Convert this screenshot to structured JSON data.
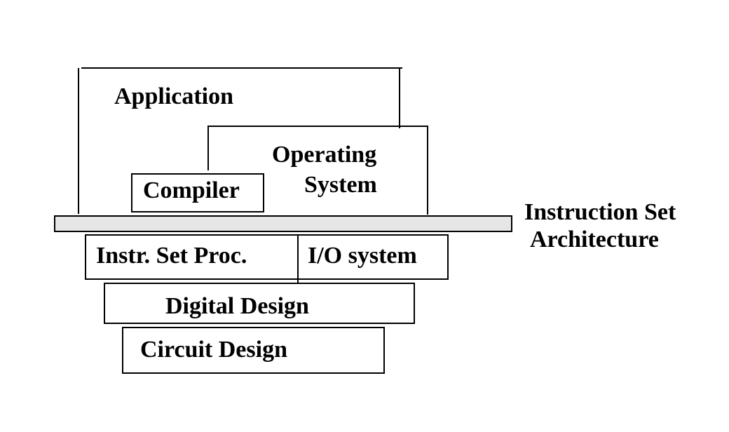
{
  "diagram": {
    "layers": {
      "application": "Application",
      "operating_system_line1": "Operating",
      "operating_system_line2": "System",
      "compiler": "Compiler",
      "isa_line1": "Instruction Set",
      "isa_line2": "Architecture",
      "instr_set_proc": "Instr. Set Proc.",
      "io_system": "I/O system",
      "digital_design": "Digital Design",
      "circuit_design": "Circuit Design"
    },
    "colors": {
      "isa_bar_fill": "#e6e6e6",
      "stroke": "#000000"
    }
  }
}
